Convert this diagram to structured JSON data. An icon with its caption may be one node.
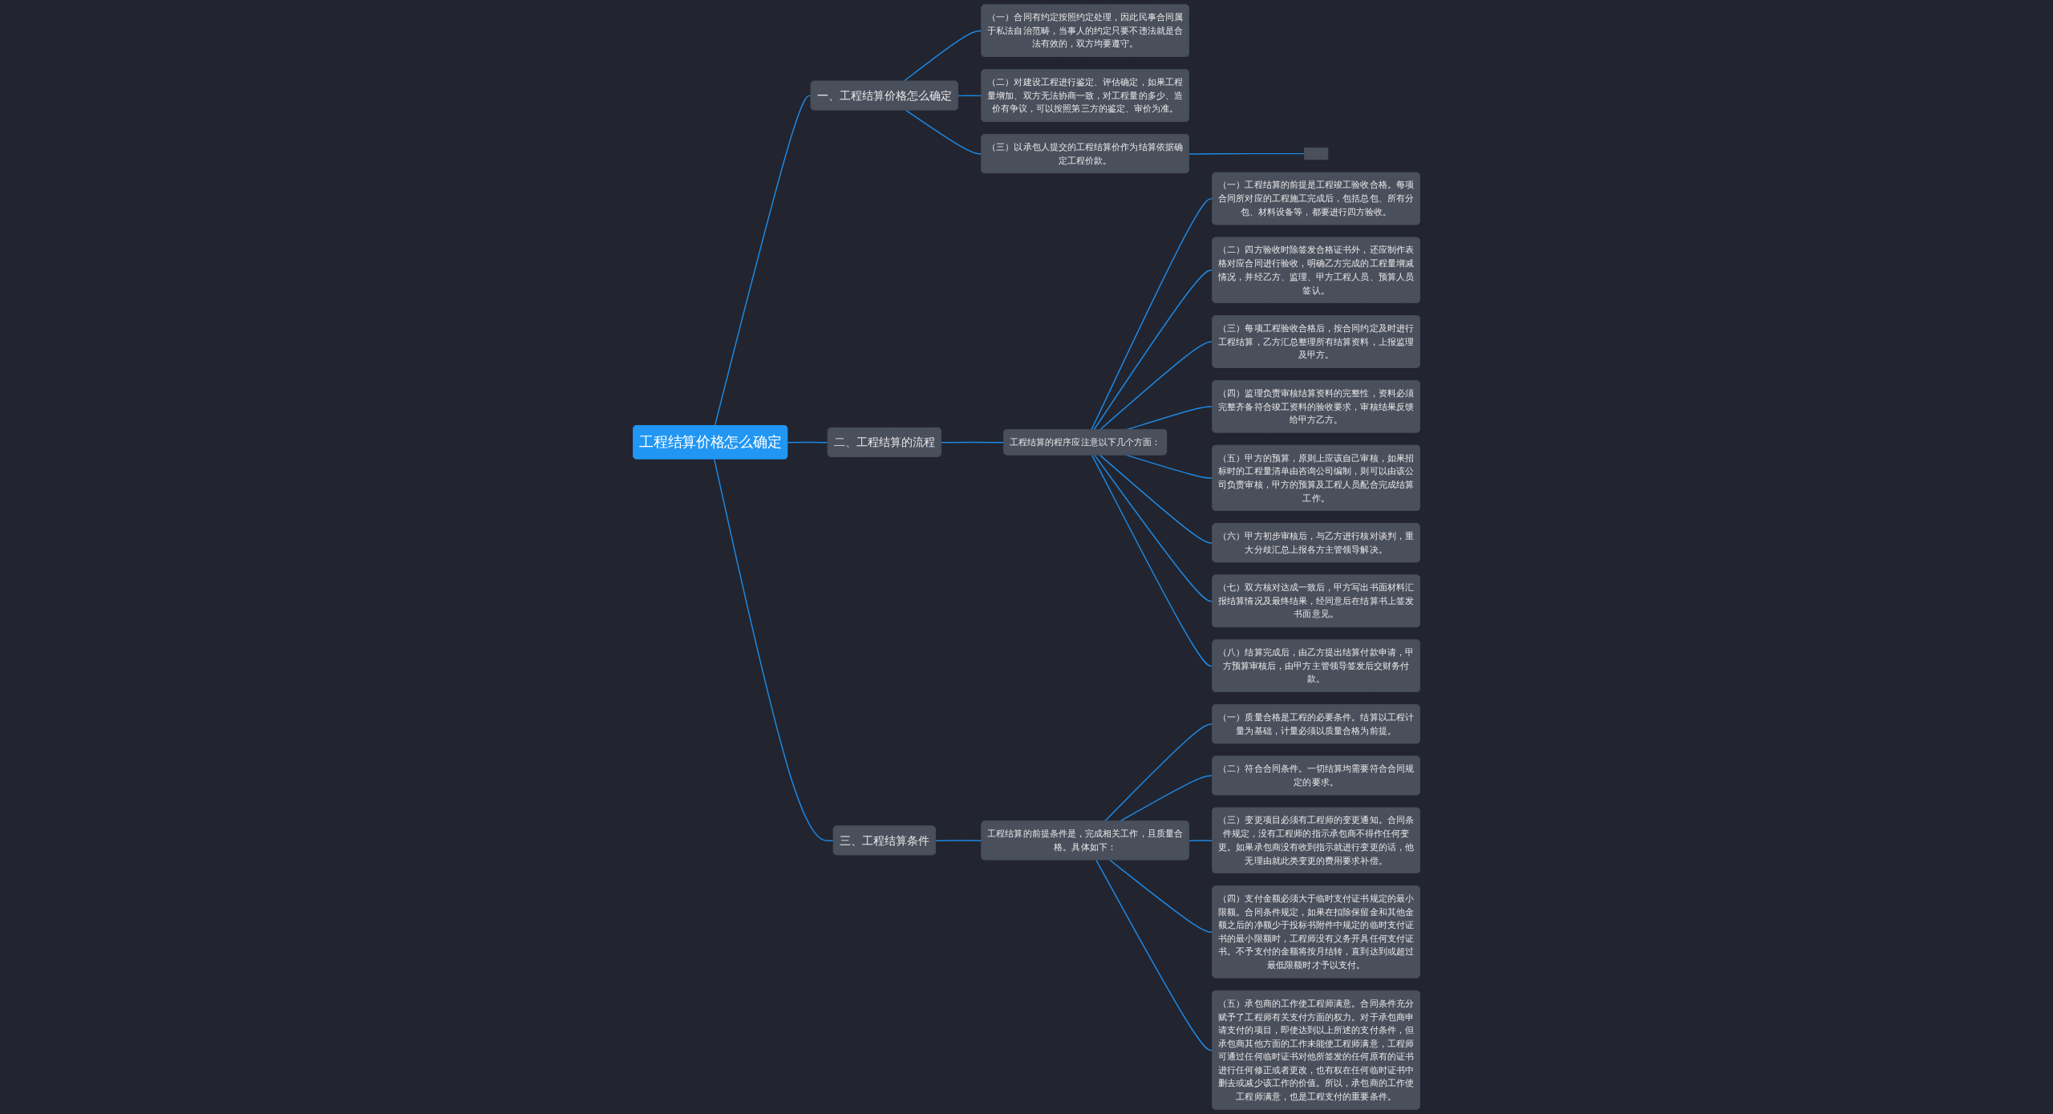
{
  "diagram": {
    "nodes": [
      {
        "text": [
          "工程结算价格怎么确定"
        ]
      },
      {
        "text": [
          "一、工程结算价格怎么确定"
        ]
      },
      {
        "text": [
          "（一）合同有约定按照约定处理，因此民事合同属于私法自治范畴，当事人的约定只要不违法就是合法有效的，双方均要遵守。"
        ]
      },
      {
        "text": [
          "（二）对建设工程进行鉴定、评估确定，如果工程量增加、双方无法协商一致，对工程量的多少、造价有争议，可以按照第三方的鉴定、审价为准。"
        ]
      },
      {
        "text": [
          "（三）以承包人提交的工程结算价作为结算依据确定工程价款。"
        ]
      },
      {
        "text": [],
        "shape": "box"
      },
      {
        "text": [
          "二、工程结算的流程"
        ]
      },
      {
        "text": [
          "工程结算的程序应注意以下几个方面："
        ]
      },
      {
        "text": [
          "（一）工程结算的前提是工程竣工验收合格。每项合同所对应的工程施工完成后，包括总包、所有分包、材料设备等，都要进行四方验收。"
        ]
      },
      {
        "text": [
          "（二）四方验收时除签发合格证书外，还应制作表格对应合同进行验收，明确乙方完成的工程量增减情况，并经乙方、监理、甲方工程人员、预算人员签认。"
        ]
      },
      {
        "text": [
          "（三）每项工程验收合格后，按合同约定及时进行工程结算，乙方汇总整理所有结算资料，上报监理及甲方。"
        ]
      },
      {
        "text": [
          "（四）监理负责审核结算资料的完整性，资料必须完整齐备符合竣工资料的验收要求，审核结果反馈给甲方乙方。"
        ]
      },
      {
        "text": [
          "（五）甲方的预算，原则上应该自己审核，如果招标时的工程量清单由咨询公司编制，则可以由该公司负责审核，甲方的预算及工程人员配合完成结算工作。"
        ]
      },
      {
        "text": [
          "（六）甲方初步审核后，与乙方进行核对谈判，重大分歧汇总上报各方主管领导解决。"
        ]
      },
      {
        "text": [
          "（七）双方核对达成一致后，甲方写出书面材料汇报结算情况及最终结果，经同意后在结算书上签发书面意见。"
        ]
      },
      {
        "text": [
          "（八）结算完成后，由乙方提出结算付款申请，甲方预算审核后，由甲方主管领导签发后交财务付款。"
        ]
      },
      {
        "text": [
          "三、工程结算条件"
        ]
      },
      {
        "text": [
          "工程结算的前提条件是，完成相关工作，且质量合格。具体如下："
        ]
      },
      {
        "text": [
          "（一）质量合格是工程的必要条件。结算以工程计量为基础，计量必须以质量合格为前提。"
        ]
      },
      {
        "text": [
          "（二）符合合同条件。一切结算均需要符合合同规定的要求。"
        ]
      },
      {
        "text": [
          "（三）变更项目必须有工程师的变更通知。合同条件规定，没有工程师的指示承包商不得作任何变更。如果承包商没有收到指示就进行变更的话，他无理由就此类变更的费用要求补偿。"
        ]
      },
      {
        "text": [
          "（四）支付金额必须大于临时支付证书规定的最小限额。合同条件规定，如果在扣除保留金和其他金额之后的净额少于投标书附件中规定的临时支付证书的最小限额时，工程师没有义务开具任何支付证书。不予支付的金额将按月结转，直到达到或超过最低限额时才予以支付。"
        ]
      },
      {
        "text": [
          "（五）承包商的工作使工程师满意。合同条件充分赋予了工程师有关支付方面的权力。对于承包商申请支付的项目，即使达到以上所述的支付条件，但承包商其他方面的工作未能使工程师满意，工程师可通过任何临时证书对他所签发的任何原有的证书进行任何修正或者更改，也有权在任何临时证书中删去或减少该工作的价值。所以，承包商的工作使工程师满意，也是工程支付的重要条件。"
        ]
      }
    ],
    "edges": [
      {
        "from": 0,
        "to": 1,
        "arrow": "none"
      },
      {
        "from": 1,
        "to": 2,
        "arrow": "none"
      },
      {
        "from": 1,
        "to": 3,
        "arrow": "none"
      },
      {
        "from": 1,
        "to": 4,
        "arrow": "none"
      },
      {
        "from": 4,
        "to": 5,
        "arrow": "none"
      },
      {
        "from": 0,
        "to": 6,
        "arrow": "none"
      },
      {
        "from": 6,
        "to": 7,
        "arrow": "none"
      },
      {
        "from": 7,
        "to": 8,
        "arrow": "none"
      },
      {
        "from": 7,
        "to": 9,
        "arrow": "none"
      },
      {
        "from": 7,
        "to": 10,
        "arrow": "none"
      },
      {
        "from": 7,
        "to": 11,
        "arrow": "none"
      },
      {
        "from": 7,
        "to": 12,
        "arrow": "none"
      },
      {
        "from": 7,
        "to": 13,
        "arrow": "none"
      },
      {
        "from": 7,
        "to": 14,
        "arrow": "none"
      },
      {
        "from": 7,
        "to": 15,
        "arrow": "none"
      },
      {
        "from": 0,
        "to": 16,
        "arrow": "none"
      },
      {
        "from": 16,
        "to": 17,
        "arrow": "none"
      },
      {
        "from": 17,
        "to": 18,
        "arrow": "none"
      },
      {
        "from": 17,
        "to": 19,
        "arrow": "none"
      },
      {
        "from": 17,
        "to": 20,
        "arrow": "none"
      },
      {
        "from": 17,
        "to": 21,
        "arrow": "none"
      },
      {
        "from": 17,
        "to": 22,
        "arrow": "none"
      }
    ]
  }
}
